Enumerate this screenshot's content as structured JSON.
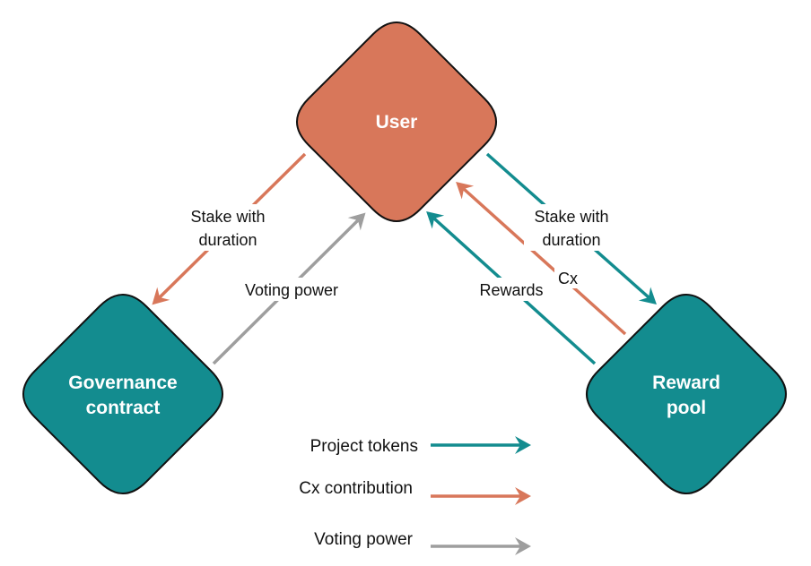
{
  "colors": {
    "project_tokens": "#138c8f",
    "cx_contribution": "#d8775a",
    "voting_power": "#9e9e9e",
    "node_border": "#111111",
    "node_text": "#ffffff"
  },
  "nodes": {
    "user": {
      "label": [
        "User"
      ],
      "fill": "#d8775a"
    },
    "governance": {
      "label": [
        "Governance",
        "contract"
      ],
      "fill": "#138c8f"
    },
    "reward_pool": {
      "label": [
        "Reward",
        "pool"
      ],
      "fill": "#138c8f"
    }
  },
  "edges": {
    "stake_to_governance": {
      "from": "User",
      "to": "Governance contract",
      "type": "cx_contribution",
      "label": [
        "Stake with",
        "duration"
      ]
    },
    "voting_power": {
      "from": "Governance contract",
      "to": "User",
      "type": "voting_power",
      "label": [
        "Voting power"
      ]
    },
    "stake_to_reward": {
      "from": "User",
      "to": "Reward pool",
      "type": "project_tokens",
      "label": [
        "Stake with",
        "duration"
      ]
    },
    "cx": {
      "from": "Reward pool",
      "to": "User",
      "type": "cx_contribution",
      "label": [
        "Cx"
      ]
    },
    "rewards": {
      "from": "Reward pool",
      "to": "User",
      "type": "project_tokens",
      "label": [
        "Rewards"
      ]
    }
  },
  "legend": [
    {
      "label": "Project tokens",
      "type": "project_tokens"
    },
    {
      "label": "Cx contribution",
      "type": "cx_contribution"
    },
    {
      "label": "Voting power",
      "type": "voting_power"
    }
  ]
}
